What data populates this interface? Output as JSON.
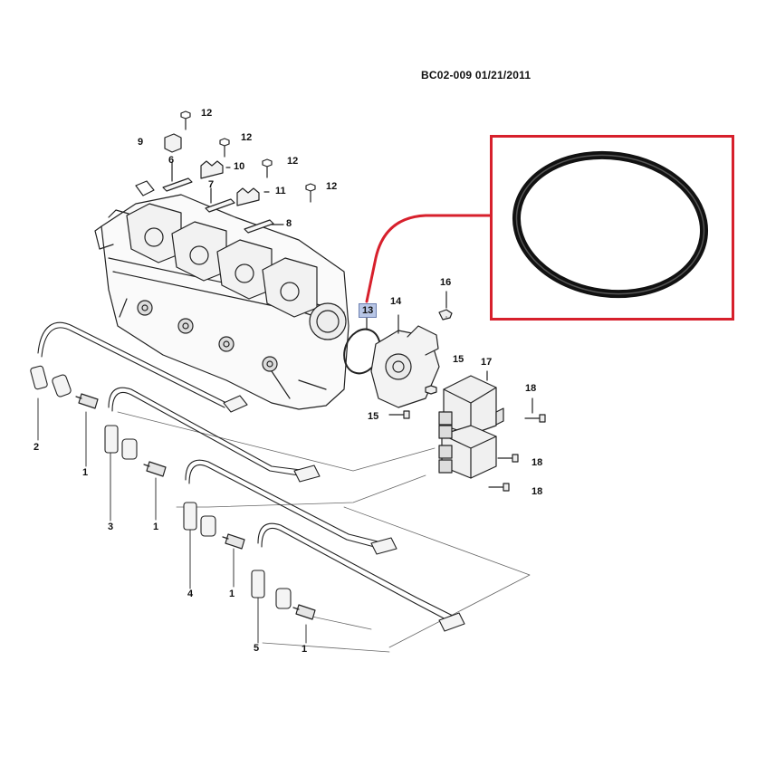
{
  "header": {
    "code": "BC02-009  01/21/2011"
  },
  "highlight": {
    "part": "13",
    "color": "#d7202c",
    "badge_color": "#b8c6e6"
  },
  "callouts": {
    "c1a": "1",
    "c1b": "1",
    "c1c": "1",
    "c1d": "1",
    "c2": "2",
    "c3": "3",
    "c4": "4",
    "c5": "5",
    "c6": "6",
    "c7": "7",
    "c8": "8",
    "c9": "9",
    "c10": "10",
    "c11": "11",
    "c12a": "12",
    "c12b": "12",
    "c12c": "12",
    "c12d": "12",
    "c13": "13",
    "c14": "14",
    "c15a": "15",
    "c15b": "15",
    "c16": "16",
    "c17": "17",
    "c18a": "18",
    "c18b": "18",
    "c18c": "18"
  }
}
